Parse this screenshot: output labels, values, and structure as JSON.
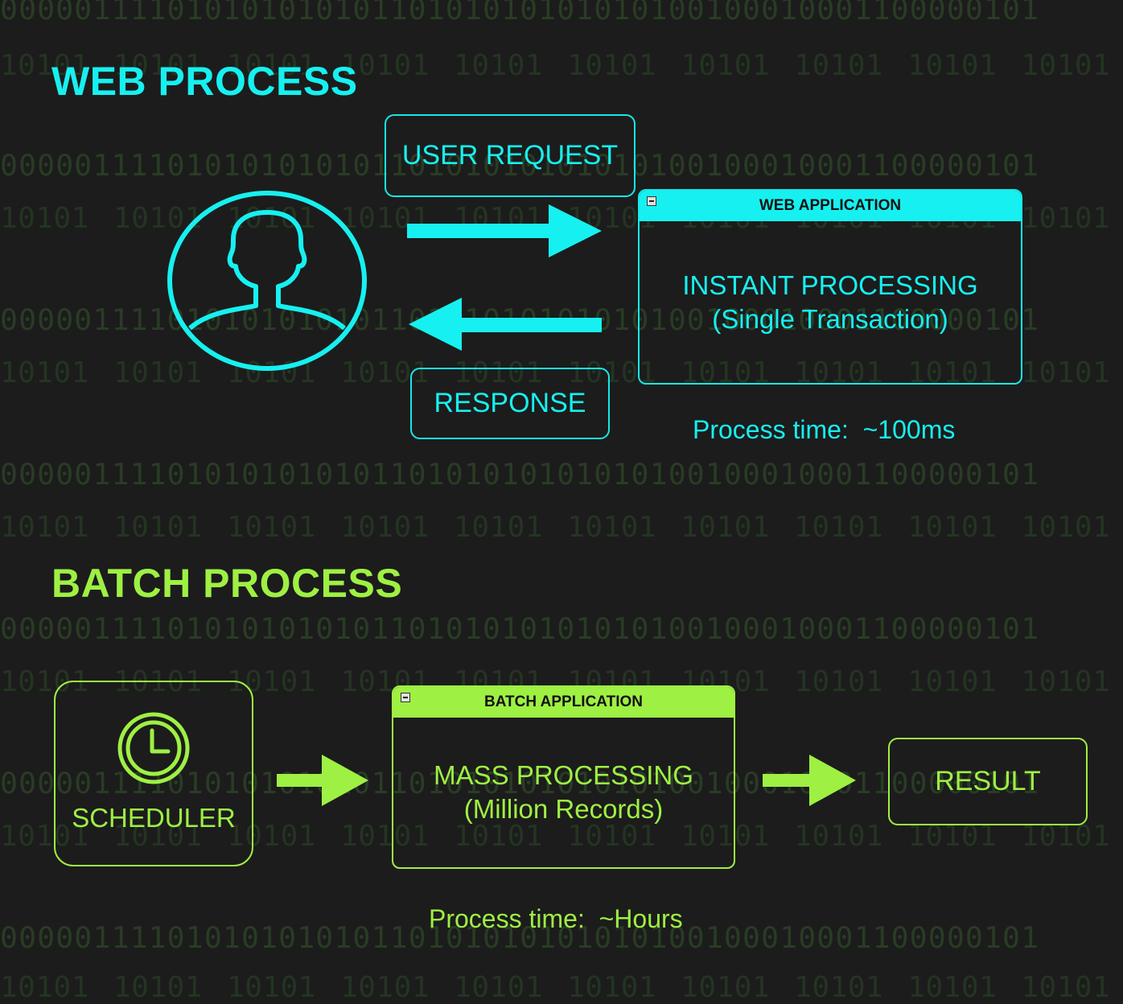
{
  "background": {
    "binary_rows": [
      "00000111101010101010110101010101010100100010001100000101",
      "10101 10101 10101 10101 10101 10101 10101 10101 10101 10101"
    ]
  },
  "colors": {
    "web_accent": "#17f0f0",
    "batch_accent": "#9ef043",
    "background": "#1c1c1c"
  },
  "web": {
    "title": "WEB PROCESS",
    "user_icon": "user-silhouette-icon",
    "request_label": "USER REQUEST",
    "response_label": "RESPONSE",
    "app": {
      "header": "WEB APPLICATION",
      "line1": "INSTANT PROCESSING",
      "line2": "(Single Transaction)"
    },
    "process_time": "Process time:  ~100ms"
  },
  "batch": {
    "title": "BATCH PROCESS",
    "scheduler_label": "SCHEDULER",
    "scheduler_icon": "clock-icon",
    "app": {
      "header": "BATCH APPLICATION",
      "line1": "MASS PROCESSING",
      "line2": "(Million Records)"
    },
    "result_label": "RESULT",
    "process_time": "Process time:  ~Hours"
  }
}
